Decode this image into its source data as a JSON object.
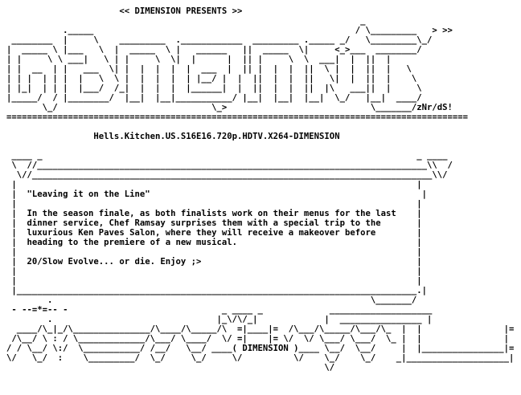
{
  "colors": {
    "background": "#ffffff",
    "text": "#000000"
  },
  "nfo": {
    "presents_line": "                      << DIMENSION PRESENTS >>",
    "logo_lines": [
      "                                                                     _",
      "           ._____                                                   / \\_________   > >>",
      " ________  |     \\    _________  .____________  _________ ._____ _/   \\_________\\_/",
      "|  _____ \\ |___   \\  |  _____  \\ |   ______   ||  _____  \\|     <_>___  ________/",
      "| |     \\ \\ ___|   \\ | |     \\  \\|  |      |  || |     \\  \\  ___|  |  ||  |",
      "| |  __  | |   ___  \\| |  |  |  |  |  ___  |  || |  |  |  ||  \\ |  |  ||  |   \\",
      "| | |  | | |  |   \\  \\ |  |  |  |  | |__/ |  |  ||  |  |  ||   \\|  |  ||  |    \\",
      "| |_|  | | |  |___/  /_|  |  |  |  |______|  |  ||  |  |  ||  |\\   ___||  |     \\",
      "|_____/  / |________/  |__|  |__|___________/ |__|  |__|  |__|  \\_/   |__|  ____/",
      "       \\_/                              \\_>                            \\_______/zNr/dS!"
    ],
    "rule": "==========================================================================================",
    "release_line": "                 Hells.Kitchen.US.S16E16.720p.HDTV.X264-DIMENSION",
    "frame_top_lines": [
      " ____ _                                                                         _ ____",
      " \\  //____________________________________________________________________________\\\\  /",
      "  \\//______________________________________________________________________________\\\\/"
    ],
    "body_lines": [
      " |                                                                              |",
      " |  \"Leaving it on the Line\"                                                     |",
      " |                                                                              |",
      " |  In the season finale, as both finalists work on their menus for the last    |",
      " |  dinner service, Chef Ramsay surprises them with a special trip to the       |",
      " |  luxurious Ken Paves Salon, where they will receive a makeover before        |",
      " |  heading to the premiere of a new musical.                                   |",
      " |                                                                              |",
      " |  20/Slow Evolve... or die. Enjoy ;>                                          |",
      " |                                                                              |",
      " |                                                                              |",
      " |______________________________________________________________________________.|"
    ],
    "footer_lines": [
      "        .                                                              \\_______/",
      " - --=*=-- -                              _ ____ _             ____________________",
      "        .                                |_\\/\\/_|             |  ________________ |",
      "  ____/\\_|_/\\_______________/\\____/\\_____/\\  =|____|=  /\\___/\\_____/\\___/\\_  |  |                |=|",
      " /\\__/ \\ : / \\_____________/\\___/ \\____/  \\/ =|    |= \\/  \\/ \\___/ \\___/  \\_ |  |                | |",
      "/ / \\__/ \\:/  \\___________/ /__/   \\__/ ____( DIMENSION )____ \\__/  \\__/     |  |________________|=|",
      "\\/   \\_/  :    \\_________/  \\_/     \\_/     \\/          \\/    \\_/    \\_/    _|____________________|",
      "                                                              \\/"
    ]
  }
}
